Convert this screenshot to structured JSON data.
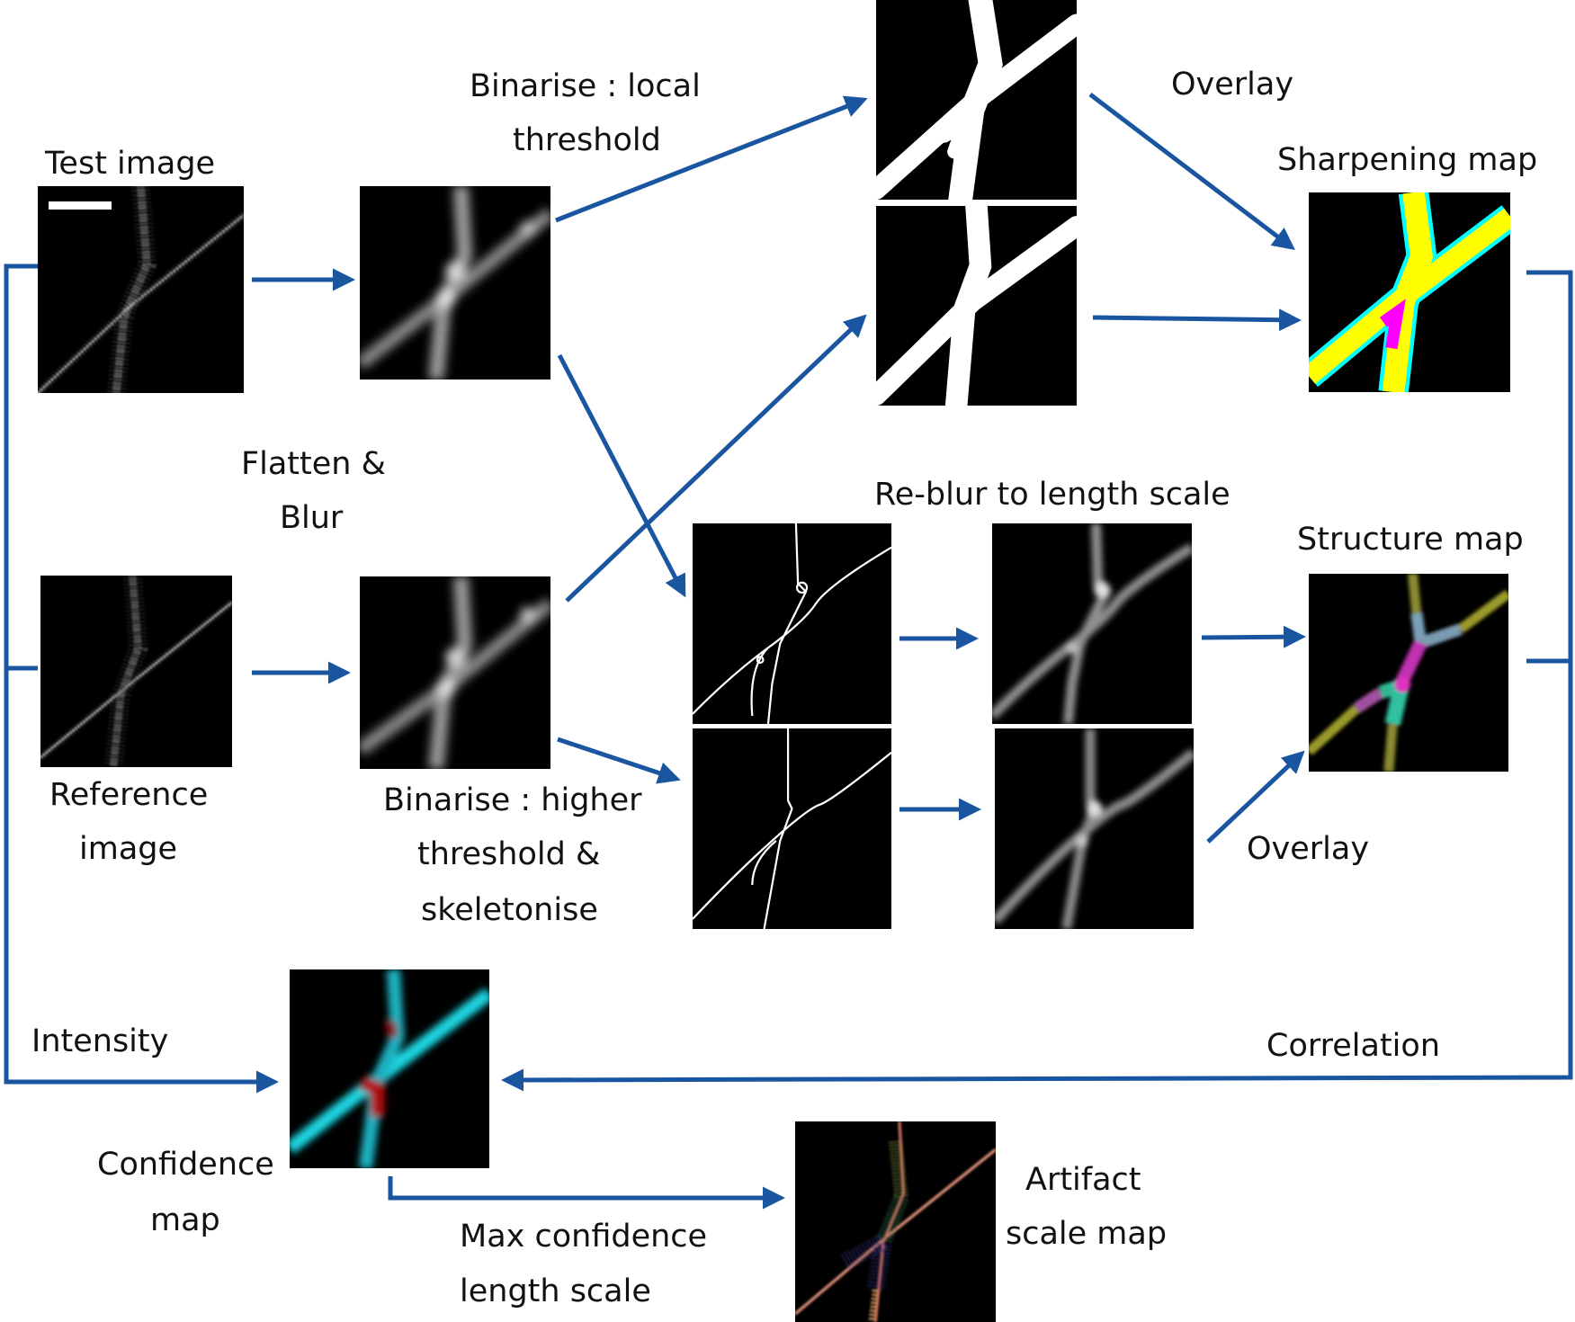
{
  "labels": {
    "test_image": "Test image",
    "binarise_local_1": "Binarise  :  local",
    "binarise_local_2": "threshold",
    "overlay_top": "Overlay",
    "sharpening_map": "Sharpening map",
    "flatten_1": "Flatten &",
    "flatten_2": "Blur",
    "reblur": "Re-blur to length scale",
    "structure_map": "Structure map",
    "reference_1": "Reference",
    "reference_2": "image",
    "binarise_higher_1": "Binarise : higher",
    "binarise_higher_2": "threshold &",
    "binarise_higher_3": "skeletonise",
    "overlay_bottom": "Overlay",
    "intensity": "Intensity",
    "correlation": "Correlation",
    "confidence_1": "Confidence",
    "confidence_2": "map",
    "max_conf_1": "Max confidence",
    "max_conf_2": "length scale",
    "artifact_1": "Artifact",
    "artifact_2": "scale map"
  },
  "colors": {
    "arrow": "#1a56a0",
    "panel_background": "#000000",
    "sharpening_yellow": "#ffff00",
    "sharpening_cyan": "#00ffff",
    "sharpening_magenta": "#ff00ff",
    "confidence_cyan": "#1fd4e0",
    "confidence_red": "#b01010"
  },
  "panels": [
    {
      "name": "test-image",
      "kind": "noisy"
    },
    {
      "name": "test-blurred",
      "kind": "blur"
    },
    {
      "name": "reference-image",
      "kind": "noisy"
    },
    {
      "name": "reference-blurred",
      "kind": "blur"
    },
    {
      "name": "binary-local-test",
      "kind": "binary"
    },
    {
      "name": "binary-local-reference",
      "kind": "binary"
    },
    {
      "name": "skeleton-test",
      "kind": "skeleton"
    },
    {
      "name": "skeleton-reference",
      "kind": "skeleton"
    },
    {
      "name": "reblur-test",
      "kind": "reblur"
    },
    {
      "name": "reblur-reference",
      "kind": "reblur"
    },
    {
      "name": "sharpening-map",
      "kind": "sharpening"
    },
    {
      "name": "structure-map",
      "kind": "structure"
    },
    {
      "name": "confidence-map",
      "kind": "confidence"
    },
    {
      "name": "artifact-scale-map",
      "kind": "artifact"
    }
  ]
}
